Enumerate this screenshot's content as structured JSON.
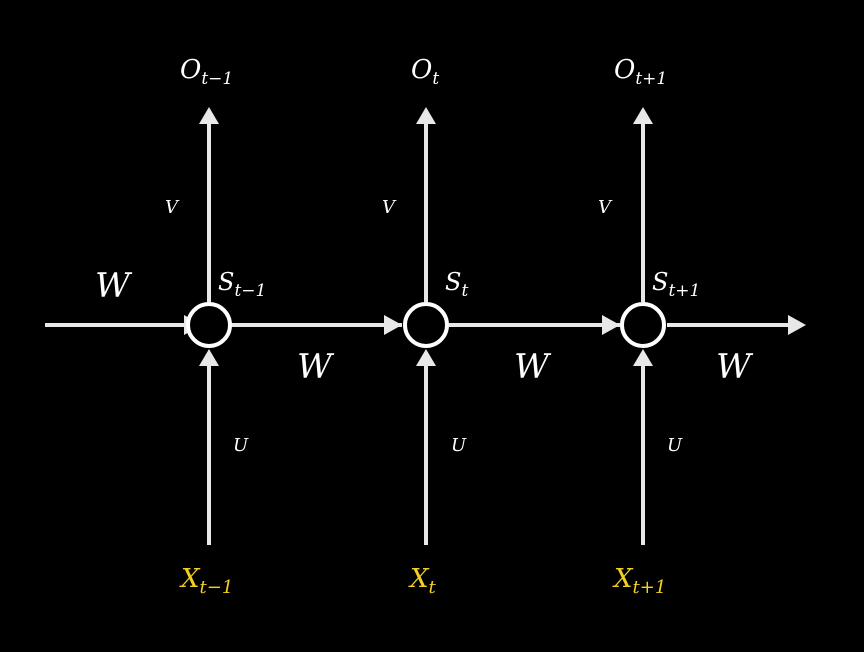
{
  "colors": {
    "background": "#000000",
    "line": "#e8e8e8",
    "text": "#ffffff",
    "input_text": "#f5d020"
  },
  "labels": {
    "w_left": "W",
    "w_after_1": "W",
    "w_after_2": "W",
    "w_after_3": "W"
  },
  "steps": [
    {
      "output": {
        "base": "O",
        "sub": "t−1"
      },
      "state": {
        "base": "S",
        "sub": "t−1"
      },
      "input": {
        "base": "X",
        "sub": "t−1"
      },
      "v": "V",
      "u": "U"
    },
    {
      "output": {
        "base": "O",
        "sub": "t"
      },
      "state": {
        "base": "S",
        "sub": "t"
      },
      "input": {
        "base": "X",
        "sub": "t"
      },
      "v": "V",
      "u": "U"
    },
    {
      "output": {
        "base": "O",
        "sub": "t+1"
      },
      "state": {
        "base": "S",
        "sub": "t+1"
      },
      "input": {
        "base": "X",
        "sub": "t+1"
      },
      "v": "V",
      "u": "U"
    }
  ]
}
